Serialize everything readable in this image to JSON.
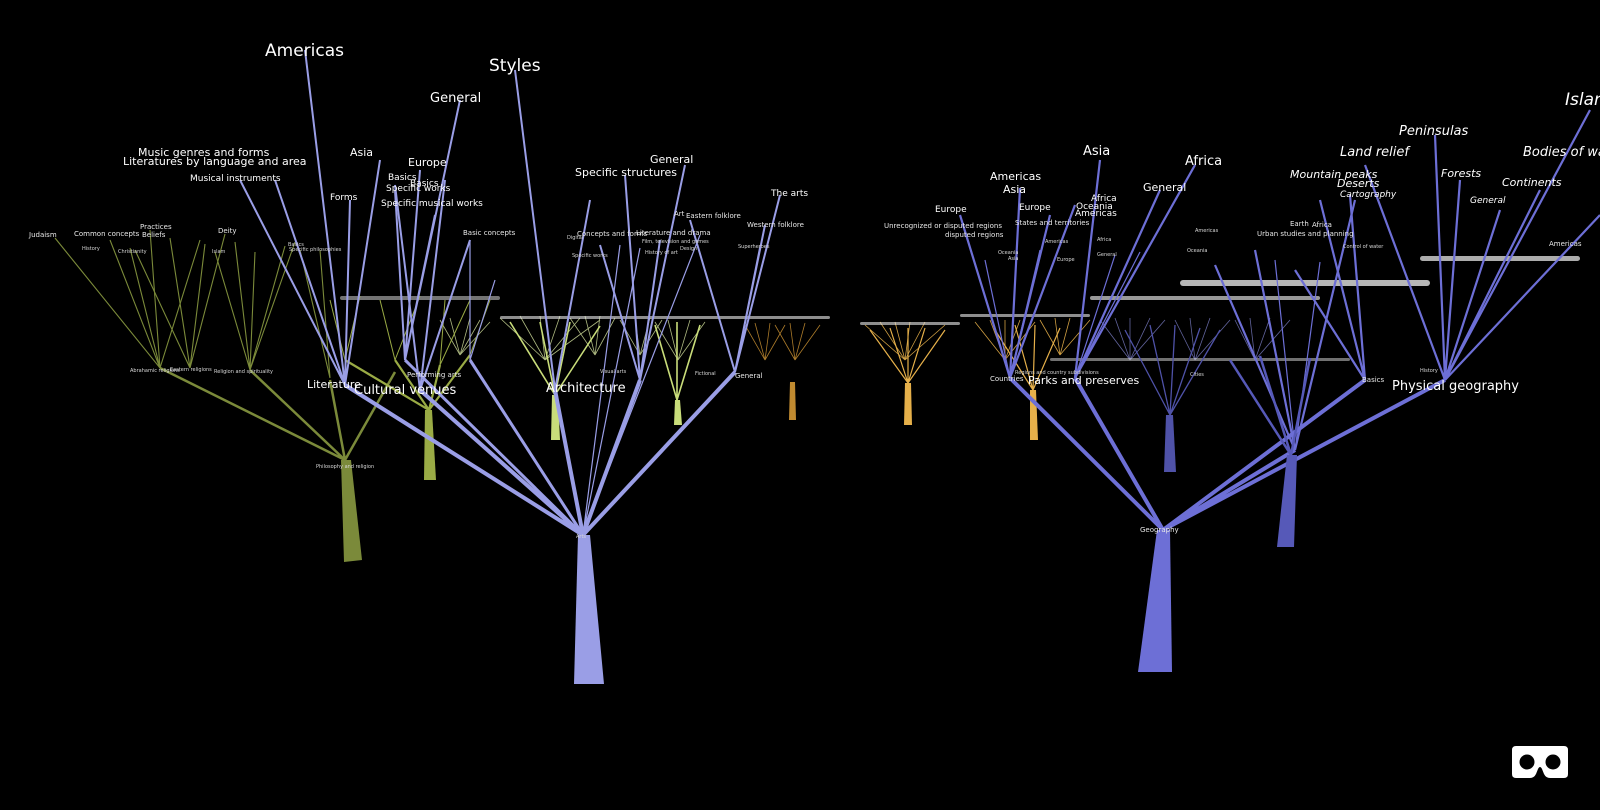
{
  "colors": {
    "background": "#000000",
    "arts": "#9a9ee6",
    "philosophy": "#7b8a3a",
    "literature_green": "#9aab45",
    "architecture_green": "#c9dd7a",
    "orange_dark": "#c08a30",
    "orange": "#e6b04a",
    "geography": "#6d6fd6",
    "geography_dark": "#5659b8",
    "label": "#ffffff"
  },
  "icons": {
    "vr": "cardboard-vr-icon"
  },
  "labels": {
    "americas_top": "Americas",
    "styles": "Styles",
    "general_top": "General",
    "music_genres": "Music genres and forms",
    "literatures_lang": "Literatures by language and area",
    "asia_left": "Asia",
    "europe_left": "Europe",
    "basics_left": "Basics",
    "specific_works": "Specific works",
    "basics_left2": "Basics",
    "musical_instruments": "Musical instruments",
    "forms": "Forms",
    "specific_musical_works": "Specific musical works",
    "basic_concepts": "Basic concepts",
    "specific_structures": "Specific structures",
    "general_mid": "General",
    "the_arts": "The arts",
    "western_folklore": "Western folklore",
    "eastern_folklore": "Eastern folklore",
    "art": "Art",
    "digital": "Digital",
    "concepts_forms": "Concepts and forms",
    "literature_drama": "Literature and drama",
    "film_tv_games": "Film, television and games",
    "design": "Design",
    "history_of_art": "History of art",
    "superheroes": "Superheroes",
    "specific_works2": "Specific works",
    "judaism": "Judaism",
    "common_concepts": "Common concepts",
    "practices": "Practices",
    "beliefs": "Beliefs",
    "deity": "Deity",
    "his_common_concepts": "History",
    "christianity": "Christianity",
    "islam": "Islam",
    "basics_phil": "Basics",
    "specific_philosophies": "Specific philosophies",
    "abrahamic": "Abrahamic religions",
    "eastern_religions": "Eastern religions",
    "religion_spirituality": "Religion and spirituality",
    "literature": "Literature",
    "cultural_venues": "Cultural venues",
    "performing_arts": "Performing arts",
    "architecture": "Architecture",
    "visual_arts": "Visual arts",
    "fictional": "Fictional",
    "general_right_arts": "General",
    "philosophy_religion": "Philosophy and religion",
    "arts_root": "Arts",
    "asia_geo": "Asia",
    "africa_geo": "Africa",
    "americas_geo": "Americas",
    "asia_geo2": "Asia",
    "general_geo": "General",
    "europe_geo": "Europe",
    "europe_geo2": "Europe",
    "africa_geo2": "Africa",
    "oceania_geo": "Oceania",
    "americas_geo2": "Americas",
    "states_territories": "States and territories",
    "unrecognized": "Unrecognized or disputed regions",
    "disputed_regions": "disputed regions",
    "oceania_geo2": "Oceania",
    "asia_geo3": "Asia",
    "americas_geo3": "Americas",
    "europe_geo3": "Europe",
    "africa_geo3": "Africa",
    "general_geo2": "General",
    "americas_geo4": "Americas",
    "oceania_geo3": "Oceania",
    "countries": "Countries",
    "regions_divisions": "Regions and country subdivisions",
    "parks_preserves": "Parks and preserves",
    "cities": "Cities",
    "peninsulas": "Peninsulas",
    "islands": "Islands",
    "land_relief": "Land relief",
    "bodies_of_water": "Bodies of water",
    "mountain_peaks": "Mountain peaks",
    "forests": "Forests",
    "deserts": "Deserts",
    "continents": "Continents",
    "cartography": "Cartography",
    "general_geo3": "General",
    "earth": "Earth",
    "africa_geo4": "Africa",
    "urban_studies": "Urban studies and planning",
    "americas_geo5": "Americas",
    "control_of_water": "Control of water",
    "basics_geo": "Basics",
    "history_geo": "History",
    "physical_geography": "Physical geography",
    "geography_root": "Geography"
  }
}
